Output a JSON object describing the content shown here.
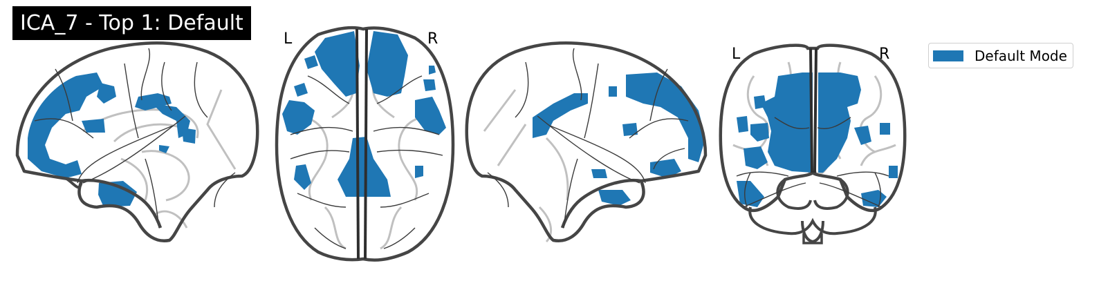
{
  "title": "ICA_7 - Top 1: Default",
  "axial_labels": {
    "left": "L",
    "right": "R"
  },
  "coronal_labels": {
    "left": "L",
    "right": "R"
  },
  "legend": {
    "label": "Default Mode",
    "color": "#1f77b4"
  },
  "colors": {
    "activation": "#1f77b4",
    "outline": "#454545",
    "sulci": "#bdbdbd",
    "inner_lines": "#3a3a3a",
    "title_bg": "#000000",
    "title_fg": "#ffffff"
  },
  "views": [
    "sagittal-left",
    "axial",
    "sagittal-right",
    "coronal"
  ]
}
